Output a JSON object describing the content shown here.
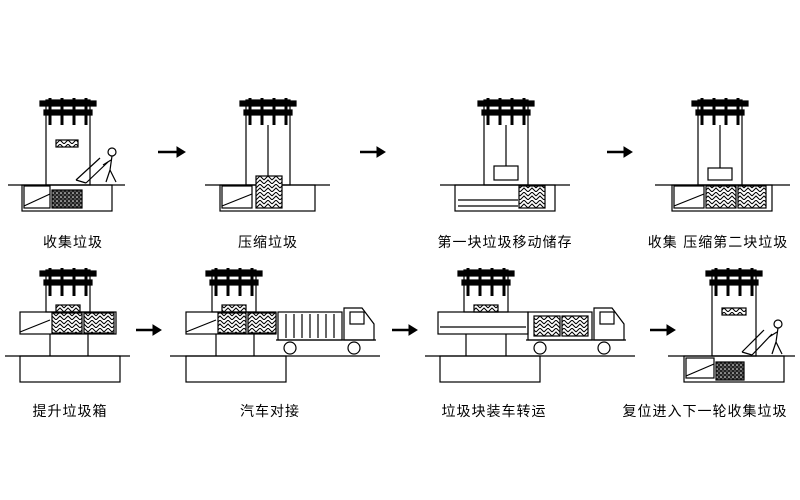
{
  "diagram": {
    "steps": [
      {
        "id": "step-1",
        "caption": "收集垃圾"
      },
      {
        "id": "step-2",
        "caption": "压缩垃圾"
      },
      {
        "id": "step-3",
        "caption": "第一块垃圾移动储存"
      },
      {
        "id": "step-4",
        "caption": "收集 压缩第二块垃圾"
      },
      {
        "id": "step-5",
        "caption": "提升垃圾箱"
      },
      {
        "id": "step-6",
        "caption": "汽车对接"
      },
      {
        "id": "step-7",
        "caption": "垃圾块装车转运"
      },
      {
        "id": "step-8",
        "caption": "复位进入下一轮收集垃圾"
      }
    ],
    "arrow_icon": "right-arrow-icon",
    "colors": {
      "line": "#000000",
      "background": "#ffffff"
    }
  }
}
